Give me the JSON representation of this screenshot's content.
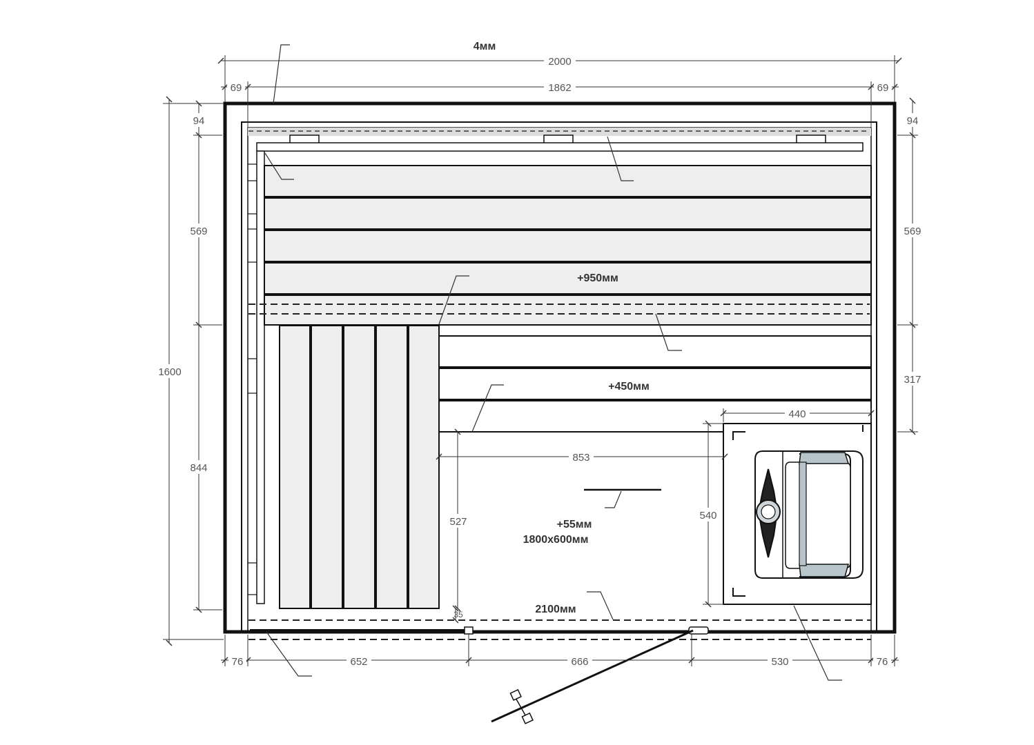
{
  "labels": {
    "top": "4мм",
    "upper_bench": "+950мм",
    "lower_bench": "+450мм",
    "floor_level": "+55мм",
    "floor_size": "1800х600мм",
    "door_height": "2100мм"
  },
  "dims": {
    "overall_width": "2000",
    "inner_width": "1862",
    "left_wall": "69",
    "right_wall": "69",
    "top_left": "94",
    "top_right": "94",
    "left_upper": "569",
    "right_upper": "569",
    "total_height": "1600",
    "left_lower": "844",
    "right_mid": "317",
    "heater_width": "440",
    "floor_width": "853",
    "floor_depth": "527",
    "heater_depth": "540",
    "gap": "35",
    "bottom_left": "76",
    "bottom_bench": "652",
    "bottom_door": "666",
    "bottom_heater": "530",
    "bottom_right": "76"
  },
  "colors": {
    "line": "#111111",
    "bench": "#eeeeee",
    "dim_text": "#555555",
    "stone": "#b8c6cc"
  }
}
